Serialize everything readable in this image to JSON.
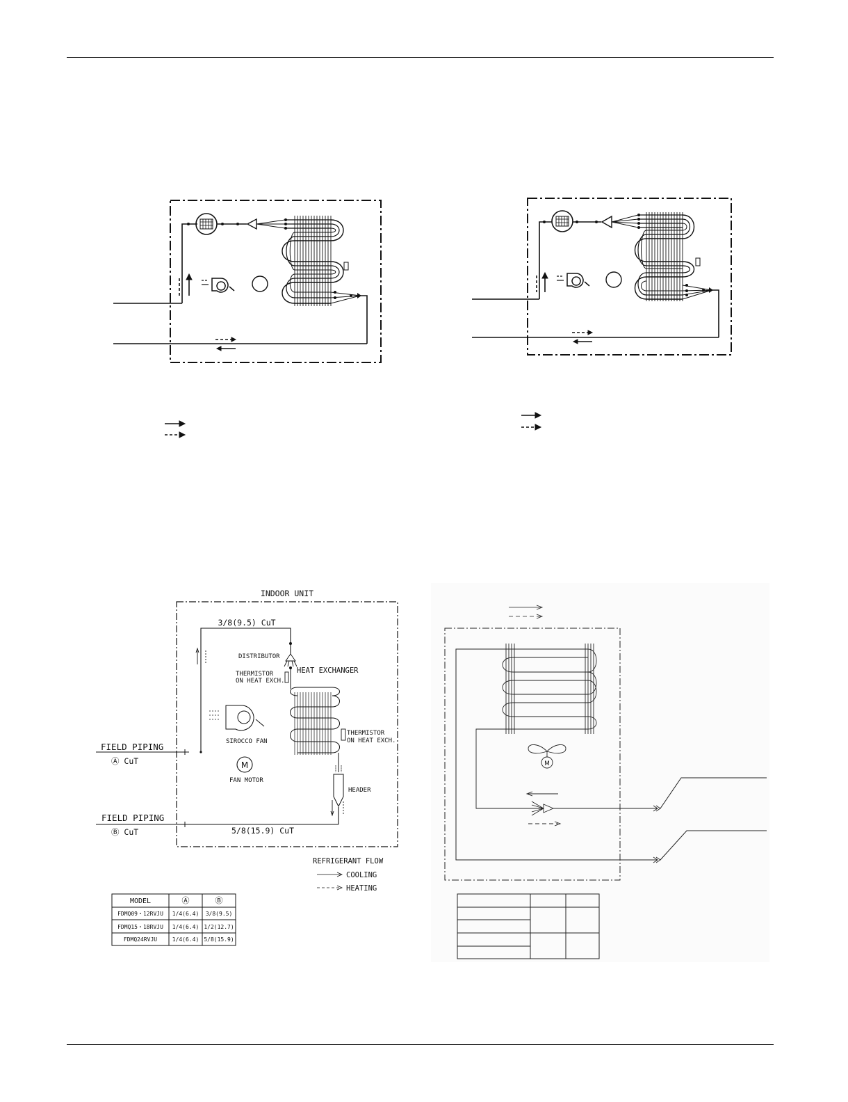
{
  "page": {
    "background": "#ffffff",
    "line_color": "#111111"
  },
  "diagram_c": {
    "indoor_unit_label": "INDOOR UNIT",
    "top_pipe_label": "3/8(9.5) CuT",
    "bottom_pipe_label": "5/8(15.9) CuT",
    "distributor_label": "DISTRIBUTOR",
    "heat_exchanger_label": "HEAT EXCHANGER",
    "thermistor_left_line1": "THERMISTOR",
    "thermistor_left_line2": "ON HEAT EXCH.",
    "thermistor_right_line1": "THERMISTOR",
    "thermistor_right_line2": "ON HEAT EXCH.",
    "sirocco_fan_label": "SIROCCO FAN",
    "motor_symbol": "M",
    "fan_motor_label": "FAN MOTOR",
    "header_label": "HEADER",
    "field_piping_a_label": "FIELD PIPING",
    "field_piping_a_sub": "Ⓐ CuT",
    "field_piping_b_label": "FIELD PIPING",
    "field_piping_b_sub": "Ⓑ CuT",
    "refrigerant_flow_label": "REFRIGERANT FLOW",
    "cooling_label": "COOLING",
    "heating_label": "HEATING",
    "table": {
      "headers": [
        "MODEL",
        "Ⓐ",
        "Ⓑ"
      ],
      "rows": [
        [
          "FDMQ09・12RVJU",
          "1/4(6.4)",
          "3/8(9.5)"
        ],
        [
          "FDMQ15・18RVJU",
          "1/4(6.4)",
          "1/2(12.7)"
        ],
        [
          "FDMQ24RVJU",
          "1/4(6.4)",
          "5/8(15.9)"
        ]
      ]
    }
  },
  "diagram_d": {
    "motor_symbol": "M"
  }
}
